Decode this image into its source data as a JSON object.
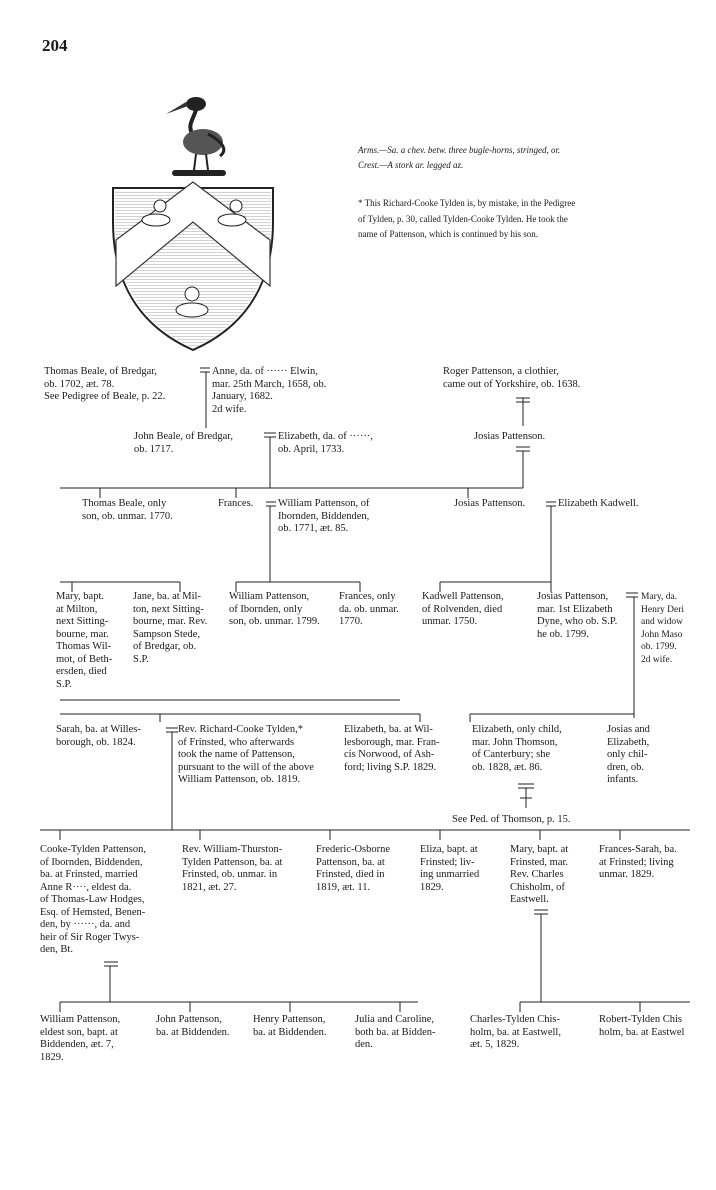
{
  "page_number": "204",
  "notes": {
    "arms": "Arms.—Sa. a chev. betw. three bugle-horns, stringed, or.\nCrest.—A stork ar. legged az.",
    "footnote": "* This Richard-Cooke Tylden is, by mistake, in the Pedigree\nof Tylden, p. 30, called Tylden-Cooke Tylden. He took the\nname of Pattenson, which is continued by his son."
  },
  "pedigree": {
    "g1": {
      "thomas_beale": "Thomas Beale, of Bredgar,\n ob. 1702, æt. 78.\nSee Pedigree of Beale, p. 22.",
      "anne_elwin": "Anne, da. of ······ Elwin,\nmar. 25th March, 1658, ob.\nJanuary, 1682.\n2d wife.",
      "roger_pattenson": "Roger Pattenson, a clothier,\ncame out of Yorkshire, ob. 1638."
    },
    "g2": {
      "john_beale": "John Beale, of Bredgar,\nob. 1717.",
      "elizabeth_wife": "Elizabeth, da. of ······,\nob. April, 1733.",
      "josias_1": "Josias Pattenson."
    },
    "g3": {
      "thomas_beale_son": "Thomas Beale, only\nson, ob. unmar. 1770.",
      "frances": "Frances.",
      "william_pattenson": "William Pattenson, of\nIbornden, Biddenden,\nob. 1771, æt. 85.",
      "josias_2": "Josias Pattenson.",
      "elizabeth_kadwell": "Elizabeth Kadwell."
    },
    "g4": {
      "mary": "Mary, bapt.\nat Milton,\nnext Sitting-\nbourne, mar.\nThomas Wil-\nmot, of Beth-\nersden, died\nS.P.",
      "jane": "Jane, ba. at Mil-\nton, next Sitting-\nbourne, mar. Rev.\nSampson Stede,\nof Bredgar, ob.\nS.P.",
      "william_ibornden": "William Pattenson,\nof Ibornden, only\nson, ob. unmar. 1799.",
      "frances_only_da": "Frances, only\nda. ob. unmar.\n1770.",
      "kadwell": "Kadwell Pattenson,\nof Rolvenden, died\nunmar. 1750.",
      "josias_3": "Josias Pattenson,\nmar. 1st Elizabeth\nDyne, who ob. S.P.\nhe ob. 1799.",
      "mary_mason": "Mary, da.\nHenry Deri\nand widow\nJohn Maso\nob. 1799.\n2d wife."
    },
    "g5": {
      "sarah": "Sarah, ba. at Willes-\nborough, ob. 1824.",
      "richard_cooke": "Rev. Richard-Cooke Tylden,*\nof Frinsted, who afterwards\ntook the name of Pattenson,\npursuant to the will of the above\nWilliam Pattenson, ob. 1819.",
      "elizabeth_norwood": "Elizabeth, ba. at Wil-\nlesborough, mar. Fran-\ncis Norwood, of Ash-\nford; living S.P. 1829.",
      "elizabeth_thomson": "Elizabeth, only child,\nmar. John Thomson,\nof Canterbury; she\nob. 1828, æt. 86.",
      "josias_elizabeth": "Josias and\nElizabeth,\nonly chil-\ndren, ob.\ninfants.",
      "see_thomson": "See Ped. of Thomson, p. 15."
    },
    "g6": {
      "cooke_tylden": "Cooke-Tylden Pattenson,\nof Ibornden, Biddenden,\nba. at Frinsted, married\nAnne R····, eldest da.\nof Thomas-Law Hodges,\nEsq. of Hemsted, Benen-\nden, by ······, da. and\nheir of Sir Roger Twys-\nden, Bt.",
      "william_thurston": "Rev. William-Thurston-\nTylden Pattenson, ba. at\nFrinsted, ob. unmar. in\n1821, æt. 27.",
      "frederic": "Frederic-Osborne\nPattenson, ba. at\nFrinsted, died in\n1819, æt. 11.",
      "eliza": "Eliza, bapt. at\nFrinsted; liv-\ning unmarried\n1829.",
      "mary_chisholm": "Mary, bapt. at\nFrinsted, mar.\nRev. Charles\nChisholm, of\nEastwell.",
      "frances_sarah": "Frances-Sarah, ba.\nat Frinsted; living\nunmar. 1829."
    },
    "g7": {
      "william_eldest": "William Pattenson,\neldest son, bapt. at\nBiddenden, æt. 7,\n1829.",
      "john": "John Pattenson,\nba. at Biddenden.",
      "henry": "Henry Pattenson,\nba. at Biddenden.",
      "julia_caroline": "Julia and Caroline,\nboth ba. at Bidden-\nden.",
      "charles_tylden": "Charles-Tylden Chis-\nholm, ba. at Eastwell,\næt. 5, 1829.",
      "robert_tylden": "Robert-Tylden Chis\nholm, ba. at Eastwel"
    }
  }
}
